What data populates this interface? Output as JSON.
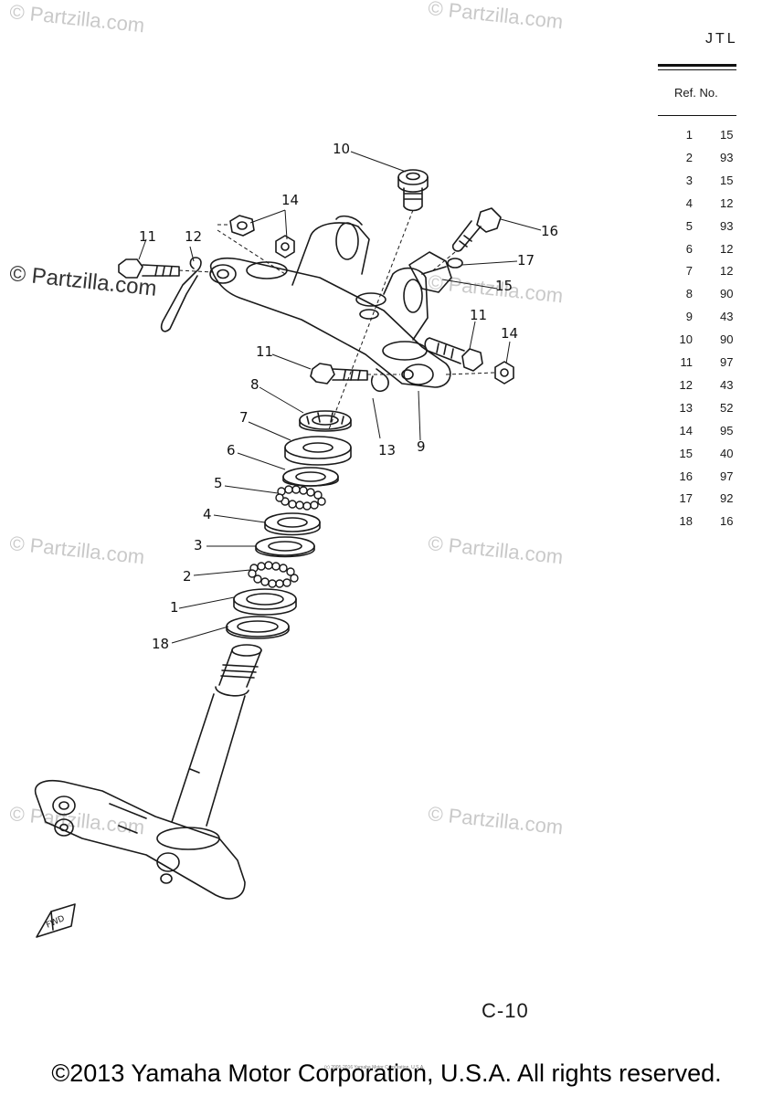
{
  "watermarks": [
    "© Partzilla.com",
    "© Partzilla.com",
    "© Partzilla.com",
    "© Partzilla.com",
    "© Partzilla.com",
    "© Partzilla.com",
    "© Partzilla.com",
    "© Partzilla.com"
  ],
  "header_partial": "JTL",
  "table": {
    "header": "Ref. No.",
    "rows": [
      {
        "ref": "1",
        "part": "15"
      },
      {
        "ref": "2",
        "part": "93"
      },
      {
        "ref": "3",
        "part": "15"
      },
      {
        "ref": "4",
        "part": "12"
      },
      {
        "ref": "5",
        "part": "93"
      },
      {
        "ref": "6",
        "part": "12"
      },
      {
        "ref": "7",
        "part": "12"
      },
      {
        "ref": "8",
        "part": "90"
      },
      {
        "ref": "9",
        "part": "43"
      },
      {
        "ref": "10",
        "part": "90"
      },
      {
        "ref": "11",
        "part": "97"
      },
      {
        "ref": "12",
        "part": "43"
      },
      {
        "ref": "13",
        "part": "52"
      },
      {
        "ref": "14",
        "part": "95"
      },
      {
        "ref": "15",
        "part": "40"
      },
      {
        "ref": "16",
        "part": "97"
      },
      {
        "ref": "17",
        "part": "92"
      },
      {
        "ref": "18",
        "part": "16"
      }
    ]
  },
  "callouts": {
    "c10": "10",
    "c14a": "14",
    "c16": "16",
    "c11a": "11",
    "c12": "12",
    "c17": "17",
    "c15": "15",
    "c11b": "11",
    "c14b": "14",
    "c11c": "11",
    "c8": "8",
    "c7": "7",
    "c13": "13",
    "c9": "9",
    "c6": "6",
    "c5": "5",
    "c4": "4",
    "c3": "3",
    "c2": "2",
    "c1": "1",
    "c18": "18"
  },
  "fwd_label": "FWD",
  "page_number": "C-10",
  "tiny_notice": "(c) 2005-2016 Yamaha Motor Corporation, U.S.A.",
  "copyright": "©2013 Yamaha Motor Corporation, U.S.A. All rights reserved."
}
